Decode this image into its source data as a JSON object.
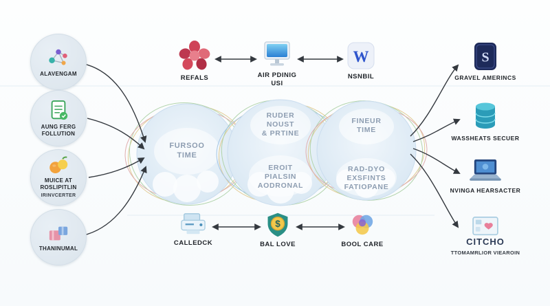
{
  "left_nodes": [
    {
      "label": "ALAVENGAM"
    },
    {
      "label": "AUNG FERG\nFOLLUTION"
    },
    {
      "label": "MUICE AT\nROSLIPITLIN",
      "sublabel": "IRINVCERTER"
    },
    {
      "label": "THANINUMAL"
    }
  ],
  "top_nodes": [
    {
      "label": "REFALS"
    },
    {
      "label": "AIR PDINIG\nUSI"
    },
    {
      "label": "NSNBIL"
    }
  ],
  "clouds": [
    {
      "text": "FURSOO\nTIME"
    },
    {
      "text_top": "RUDER\nNOUST\n& PRTINE",
      "text_bottom": "EROIT\nPIALSIN\nAODRONAL"
    },
    {
      "text_top": "FINEUR\nTIME",
      "text_bottom": "RAD-DYO\nEXSFINTS\nFATIOPANE"
    }
  ],
  "bottom_nodes": [
    {
      "label": "CALLEDCK"
    },
    {
      "label": "BAL LOVE"
    },
    {
      "label": "BOOL CARE"
    }
  ],
  "right_nodes": [
    {
      "label": "GRAVEL AMERINCS"
    },
    {
      "label": "WASSHEATS SECUER"
    },
    {
      "label": "NVINGA HEARSACTER"
    },
    {
      "label": "CITCHO",
      "sublabel": "TTOMAMRLIOR VIEAROIN"
    }
  ],
  "glyphs": {
    "w_letter": "W",
    "dollar": "$",
    "shield_letter": "S"
  },
  "colors": {
    "background": "#fbfcfd",
    "node_circle": "#e0e8ef",
    "cloud_fill": "#dce9f4",
    "arrow": "#34393f",
    "label_text": "#1f2429",
    "cloud_text": "#8d9db1",
    "accent_red": "#cf4458",
    "accent_teal": "#2b9cb8",
    "accent_navy": "#1d2a5a",
    "accent_gold": "#f2c84b"
  }
}
